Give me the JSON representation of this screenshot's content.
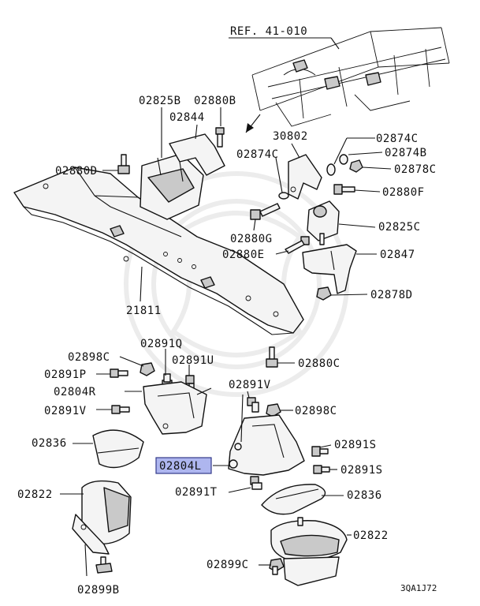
{
  "reference": "REF. 41-010",
  "figure_code": "3QA1J72",
  "highlighted_part": "02804L",
  "colors": {
    "highlight": "#aeb6ef",
    "ink": "#111111"
  },
  "labels": {
    "p02825B": "02825B",
    "p02880B": "02880B",
    "p02844": "02844",
    "p30802": "30802",
    "p02874C_top": "02874C",
    "p02874C_mid": "02874C",
    "p02874B": "02874B",
    "p02878C": "02878C",
    "p02880D": "02880D",
    "p02880F": "02880F",
    "p02825C": "02825C",
    "p02880G": "02880G",
    "p02880E": "02880E",
    "p02847": "02847",
    "p02878D": "02878D",
    "p21811": "21811",
    "p02898C_left": "02898C",
    "p02891Q": "02891Q",
    "p02891P": "02891P",
    "p02891U": "02891U",
    "p02880C": "02880C",
    "p02804R": "02804R",
    "p02891V_right": "02891V",
    "p02891V_left": "02891V",
    "p02898C_right": "02898C",
    "p02836_left": "02836",
    "p02891S_top": "02891S",
    "p02804L": "02804L",
    "p02891S_bot": "02891S",
    "p02822_left": "02822",
    "p02891T": "02891T",
    "p02836_right": "02836",
    "p02822_right": "02822",
    "p02899C": "02899C",
    "p02899B": "02899B"
  }
}
